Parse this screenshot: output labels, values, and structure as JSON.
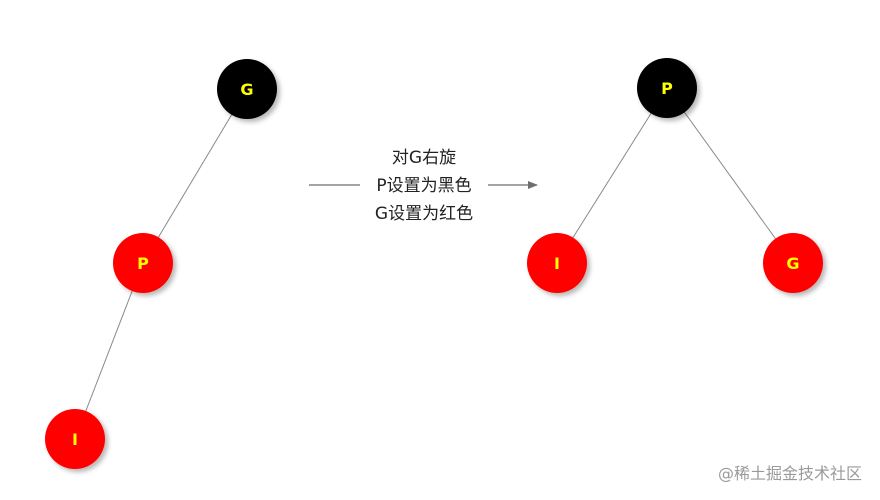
{
  "before_tree": {
    "nodes": [
      {
        "label": "G",
        "color": "#000000"
      },
      {
        "label": "P",
        "color": "#ff0000"
      },
      {
        "label": "I",
        "color": "#ff0000"
      }
    ]
  },
  "after_tree": {
    "nodes": [
      {
        "label": "P",
        "color": "#000000"
      },
      {
        "label": "I",
        "color": "#ff0000"
      },
      {
        "label": "G",
        "color": "#ff0000"
      }
    ]
  },
  "operation": {
    "lines": [
      "对G右旋",
      "P设置为黑色",
      "G设置为红色"
    ]
  },
  "watermark": {
    "text": "@稀土掘金技术社区"
  },
  "colors": {
    "black_node": "#000000",
    "red_node": "#ff0000",
    "label": "#ffff00",
    "edge": "#8a8a8a",
    "arrow": "#6e6e6e"
  }
}
